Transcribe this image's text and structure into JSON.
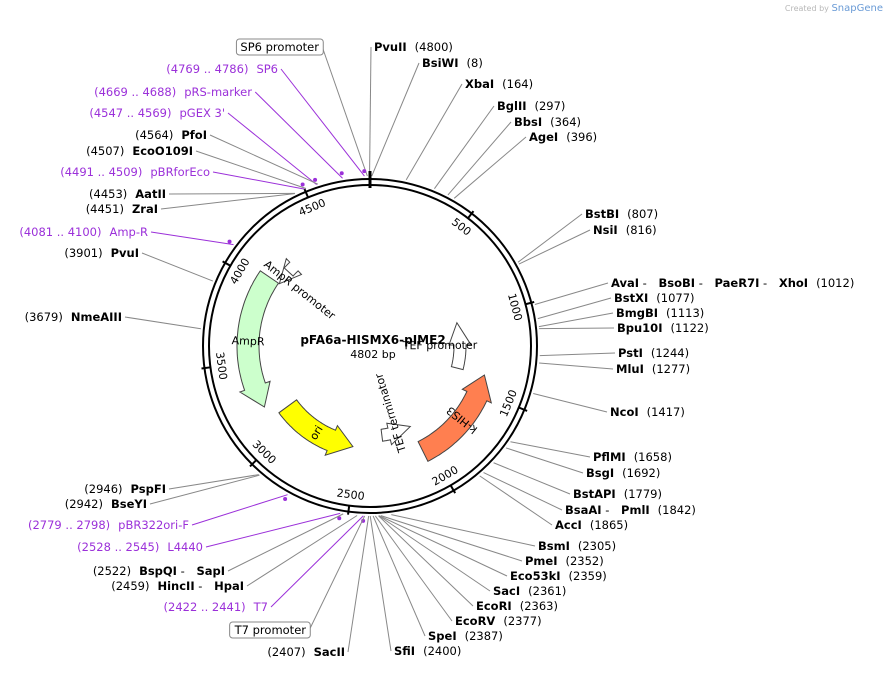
{
  "watermark": {
    "prefix": "Created by",
    "brand": "SnapGene"
  },
  "plasmid": {
    "name": "pFA6a-HISMX6-pIME2",
    "length_label": "4802 bp",
    "length": 4802
  },
  "colors": {
    "primer": "#9b30d9",
    "enzyme": "#000000",
    "leader": "#888888",
    "ampR": "#ccffcc",
    "ori": "#ffff00",
    "his3": "#ff7f50",
    "promoter": "#ffffff",
    "terminator": "#ffffff"
  },
  "ticks": [
    {
      "pos": 500,
      "label": "500"
    },
    {
      "pos": 1000,
      "label": "1000"
    },
    {
      "pos": 1500,
      "label": "1500"
    },
    {
      "pos": 2000,
      "label": "2000"
    },
    {
      "pos": 2500,
      "label": "2500"
    },
    {
      "pos": 3000,
      "label": "3000"
    },
    {
      "pos": 3500,
      "label": "3500"
    },
    {
      "pos": 4000,
      "label": "4000"
    },
    {
      "pos": 4500,
      "label": "4500"
    }
  ],
  "features": [
    {
      "name": "AmpR",
      "type": "cds",
      "start": 3201,
      "end": 4061,
      "dir": -1,
      "color": "#ccffcc"
    },
    {
      "name": "AmpR promoter",
      "type": "promoter",
      "start": 4062,
      "end": 4166,
      "dir": -1,
      "color": "#ffffff"
    },
    {
      "name": "ori",
      "type": "rep",
      "start": 2530,
      "end": 3118,
      "dir": -1,
      "color": "#ffff00"
    },
    {
      "name": "k-HIS3",
      "type": "cds",
      "start": 1390,
      "end": 2045,
      "dir": -1,
      "color": "#ff7f50"
    },
    {
      "name": "TEF promoter",
      "type": "promoter",
      "start": 1000,
      "end": 1390,
      "dir": -1,
      "color": "#ffffff"
    },
    {
      "name": "TEF terminator",
      "type": "terminator",
      "start": 2046,
      "end": 2300,
      "dir": -1,
      "color": "#ffffff"
    }
  ],
  "labels_right": [
    {
      "parts": [
        {
          "t": "PvuII",
          "b": true
        },
        {
          "t": "(4800)"
        }
      ],
      "pos": 4800
    },
    {
      "parts": [
        {
          "t": "BsiWI",
          "b": true
        },
        {
          "t": "(8)"
        }
      ],
      "pos": 8
    },
    {
      "parts": [
        {
          "t": "XbaI",
          "b": true
        },
        {
          "t": "(164)"
        }
      ],
      "pos": 164
    },
    {
      "parts": [
        {
          "t": "BglII",
          "b": true
        },
        {
          "t": "(297)"
        }
      ],
      "pos": 297
    },
    {
      "parts": [
        {
          "t": "BbsI",
          "b": true
        },
        {
          "t": "(364)"
        }
      ],
      "pos": 364
    },
    {
      "parts": [
        {
          "t": "AgeI",
          "b": true
        },
        {
          "t": "(396)"
        }
      ],
      "pos": 396
    },
    {
      "parts": [
        {
          "t": "BstBI",
          "b": true
        },
        {
          "t": "(807)"
        }
      ],
      "pos": 807
    },
    {
      "parts": [
        {
          "t": "NsiI",
          "b": true
        },
        {
          "t": "(816)"
        }
      ],
      "pos": 816
    },
    {
      "parts": [
        {
          "t": "AvaI",
          "b": true
        },
        {
          "t": " - "
        },
        {
          "t": "BsoBI",
          "b": true
        },
        {
          "t": " - "
        },
        {
          "t": "PaeR7I",
          "b": true
        },
        {
          "t": " - "
        },
        {
          "t": "XhoI",
          "b": true
        },
        {
          "t": "(1012)"
        }
      ],
      "pos": 1012
    },
    {
      "parts": [
        {
          "t": "BstXI",
          "b": true
        },
        {
          "t": "(1077)"
        }
      ],
      "pos": 1077
    },
    {
      "parts": [
        {
          "t": "BmgBI",
          "b": true
        },
        {
          "t": "(1113)"
        }
      ],
      "pos": 1113
    },
    {
      "parts": [
        {
          "t": "Bpu10I",
          "b": true
        },
        {
          "t": "(1122)"
        }
      ],
      "pos": 1122
    },
    {
      "parts": [
        {
          "t": "PstI",
          "b": true
        },
        {
          "t": "(1244)"
        }
      ],
      "pos": 1244
    },
    {
      "parts": [
        {
          "t": "MluI",
          "b": true
        },
        {
          "t": "(1277)"
        }
      ],
      "pos": 1277
    },
    {
      "parts": [
        {
          "t": "NcoI",
          "b": true
        },
        {
          "t": "(1417)"
        }
      ],
      "pos": 1417
    },
    {
      "parts": [
        {
          "t": "PflMI",
          "b": true
        },
        {
          "t": "(1658)"
        }
      ],
      "pos": 1658
    },
    {
      "parts": [
        {
          "t": "BsgI",
          "b": true
        },
        {
          "t": "(1692)"
        }
      ],
      "pos": 1692
    },
    {
      "parts": [
        {
          "t": "BstAPI",
          "b": true
        },
        {
          "t": "(1779)"
        }
      ],
      "pos": 1779
    },
    {
      "parts": [
        {
          "t": "BsaAI",
          "b": true
        },
        {
          "t": " - "
        },
        {
          "t": "PmlI",
          "b": true
        },
        {
          "t": "(1842)"
        }
      ],
      "pos": 1842
    },
    {
      "parts": [
        {
          "t": "AccI",
          "b": true
        },
        {
          "t": "(1865)"
        }
      ],
      "pos": 1865
    },
    {
      "parts": [
        {
          "t": "BsmI",
          "b": true
        },
        {
          "t": "(2305)"
        }
      ],
      "pos": 2305
    },
    {
      "parts": [
        {
          "t": "PmeI",
          "b": true
        },
        {
          "t": "(2352)"
        }
      ],
      "pos": 2352
    },
    {
      "parts": [
        {
          "t": "Eco53kI",
          "b": true
        },
        {
          "t": "(2359)"
        }
      ],
      "pos": 2359
    },
    {
      "parts": [
        {
          "t": "SacI",
          "b": true
        },
        {
          "t": "(2361)"
        }
      ],
      "pos": 2361
    },
    {
      "parts": [
        {
          "t": "EcoRI",
          "b": true
        },
        {
          "t": "(2363)"
        }
      ],
      "pos": 2363
    },
    {
      "parts": [
        {
          "t": "EcoRV",
          "b": true
        },
        {
          "t": "(2377)"
        }
      ],
      "pos": 2377
    },
    {
      "parts": [
        {
          "t": "SpeI",
          "b": true
        },
        {
          "t": "(2387)"
        }
      ],
      "pos": 2387
    },
    {
      "parts": [
        {
          "t": "SfiI",
          "b": true
        },
        {
          "t": "(2400)"
        }
      ],
      "pos": 2400
    }
  ],
  "labels_left": [
    {
      "parts": [
        {
          "t": "SP6 promoter",
          "box": true
        }
      ],
      "pos": 4790
    },
    {
      "parts": [
        {
          "t": "(4769 .. 4786)",
          "p": true
        },
        {
          "t": "SP6",
          "p": true
        }
      ],
      "pos": 4777,
      "primer": true
    },
    {
      "parts": [
        {
          "t": "(4669 .. 4688)",
          "p": true
        },
        {
          "t": "pRS-marker",
          "p": true
        }
      ],
      "pos": 4678,
      "primer": true
    },
    {
      "parts": [
        {
          "t": "(4547 .. 4569)",
          "p": true
        },
        {
          "t": "pGEX 3'",
          "p": true
        }
      ],
      "pos": 4558,
      "primer": true
    },
    {
      "parts": [
        {
          "t": "(4564)"
        },
        {
          "t": "PfoI",
          "b": true
        }
      ],
      "pos": 4564
    },
    {
      "parts": [
        {
          "t": "(4507)"
        },
        {
          "t": "EcoO109I",
          "b": true
        }
      ],
      "pos": 4507
    },
    {
      "parts": [
        {
          "t": "(4491 .. 4509)",
          "p": true
        },
        {
          "t": "pBRforEco",
          "p": true
        }
      ],
      "pos": 4500,
      "primer": true
    },
    {
      "parts": [
        {
          "t": "(4453)"
        },
        {
          "t": "AatII",
          "b": true
        }
      ],
      "pos": 4453
    },
    {
      "parts": [
        {
          "t": "(4451)"
        },
        {
          "t": "ZraI",
          "b": true
        }
      ],
      "pos": 4451
    },
    {
      "parts": [
        {
          "t": "(4081 .. 4100)",
          "p": true
        },
        {
          "t": "Amp-R",
          "p": true
        }
      ],
      "pos": 4090,
      "primer": true
    },
    {
      "parts": [
        {
          "t": "(3901)"
        },
        {
          "t": "PvuI",
          "b": true
        }
      ],
      "pos": 3901
    },
    {
      "parts": [
        {
          "t": "(3679)"
        },
        {
          "t": "NmeAIII",
          "b": true
        }
      ],
      "pos": 3679
    },
    {
      "parts": [
        {
          "t": "(2946)"
        },
        {
          "t": "PspFI",
          "b": true
        }
      ],
      "pos": 2946
    },
    {
      "parts": [
        {
          "t": "(2942)"
        },
        {
          "t": "BseYI",
          "b": true
        }
      ],
      "pos": 2942
    },
    {
      "parts": [
        {
          "t": "(2779 .. 2798)",
          "p": true
        },
        {
          "t": "pBR322ori-F",
          "p": true
        }
      ],
      "pos": 2788,
      "primer": true
    },
    {
      "parts": [
        {
          "t": "(2528 .. 2545)",
          "p": true
        },
        {
          "t": "L4440",
          "p": true
        }
      ],
      "pos": 2536,
      "primer": true
    },
    {
      "parts": [
        {
          "t": "(2522)"
        },
        {
          "t": "BspQI",
          "b": true
        },
        {
          "t": " - "
        },
        {
          "t": "SapI",
          "b": true
        }
      ],
      "pos": 2522
    },
    {
      "parts": [
        {
          "t": "(2459)"
        },
        {
          "t": "HincII",
          "b": true
        },
        {
          "t": " - "
        },
        {
          "t": "HpaI",
          "b": true
        }
      ],
      "pos": 2459
    },
    {
      "parts": [
        {
          "t": "(2422 .. 2441)",
          "p": true
        },
        {
          "t": "T7",
          "p": true
        }
      ],
      "pos": 2431,
      "primer": true
    },
    {
      "parts": [
        {
          "t": "T7 promoter",
          "box": true
        }
      ],
      "pos": 2425
    },
    {
      "parts": [
        {
          "t": "(2407)"
        },
        {
          "t": "SacII",
          "b": true
        }
      ],
      "pos": 2407
    }
  ]
}
